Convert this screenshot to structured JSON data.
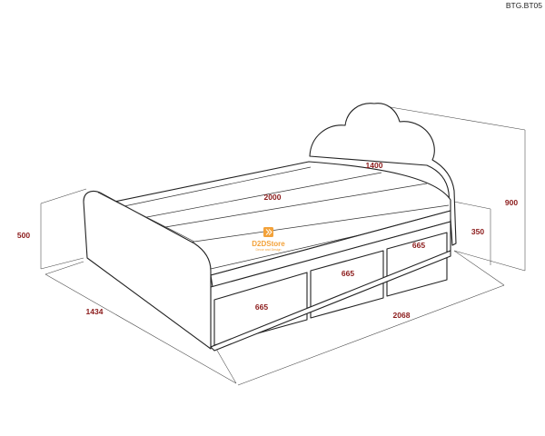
{
  "product_code": "BTG.BT05",
  "dimensions": {
    "mattress_length": "2000",
    "headboard_width": "1400",
    "total_height": "900",
    "foot_height": "500",
    "side_height": "350",
    "total_width": "1434",
    "total_length": "2068",
    "drawer_front_left": "665",
    "drawer_front_middle": "665",
    "drawer_right": "665"
  },
  "watermark": {
    "name": "D2DStore",
    "tagline": "Decor and Design"
  }
}
